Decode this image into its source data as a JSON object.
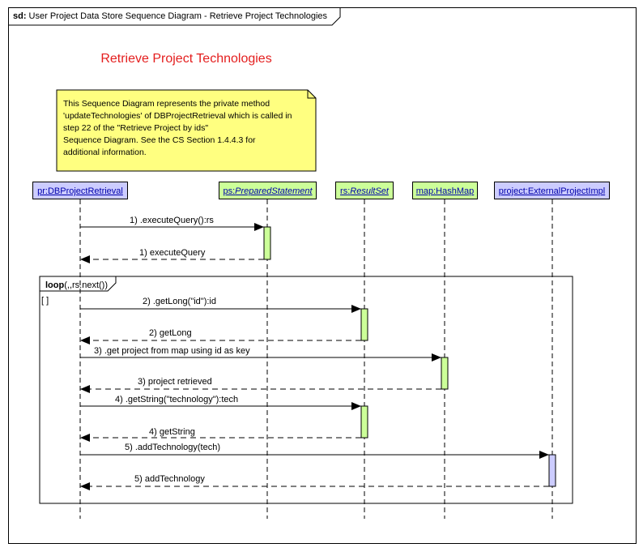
{
  "frame": {
    "label": "sd: User Project Data Store Sequence Diagram - Retrieve Project Technologies",
    "label_kind": "sd:"
  },
  "title": "Retrieve Project Technologies",
  "note": {
    "lines": [
      "This Sequence Diagram represents the private method",
      "'updateTechnologies' of DBProjectRetrieval which is called in",
      "step 22 of the \"Retrieve Project by ids\"",
      "Sequence Diagram. See the CS Section 1.4.4.3 for",
      "additional information."
    ]
  },
  "lifelines": [
    {
      "name": "pr",
      "type": "DBProjectRetrieval",
      "label": "pr:DBProjectRetrieval",
      "italic": false,
      "color": "#ccccff"
    },
    {
      "name": "ps",
      "type": "PreparedStatement",
      "label": "ps:PreparedStatement",
      "italic": true,
      "color": "#ccff99"
    },
    {
      "name": "rs",
      "type": "ResultSet",
      "label": "rs:ResultSet",
      "italic": true,
      "color": "#ccff99"
    },
    {
      "name": "map",
      "type": "HashMap",
      "label": "map:HashMap",
      "italic": false,
      "color": "#ccff99"
    },
    {
      "name": "project",
      "type": "ExternalProjectImpl",
      "label": "project:ExternalProjectImpl",
      "italic": false,
      "color": "#ccccff"
    }
  ],
  "fragment": {
    "operator": "loop",
    "label": "loop(,,rs.next())",
    "guard": "[ ]"
  },
  "messages": [
    {
      "label": "1) .executeQuery():rs",
      "kind": "call",
      "from": "pr",
      "to": "ps"
    },
    {
      "label": "1) executeQuery",
      "kind": "return",
      "from": "ps",
      "to": "pr"
    },
    {
      "label": "2) .getLong(\"id\"):id",
      "kind": "call",
      "from": "pr",
      "to": "rs"
    },
    {
      "label": "2) getLong",
      "kind": "return",
      "from": "rs",
      "to": "pr"
    },
    {
      "label": "3) .get project from map using id as key",
      "kind": "call",
      "from": "pr",
      "to": "map"
    },
    {
      "label": "3) project retrieved",
      "kind": "return",
      "from": "map",
      "to": "pr"
    },
    {
      "label": "4) .getString(\"technology\"):tech",
      "kind": "call",
      "from": "pr",
      "to": "rs"
    },
    {
      "label": "4) getString",
      "kind": "return",
      "from": "rs",
      "to": "pr"
    },
    {
      "label": "5) .addTechnology(tech)",
      "kind": "call",
      "from": "pr",
      "to": "project"
    },
    {
      "label": "5) addTechnology",
      "kind": "return",
      "from": "project",
      "to": "pr"
    }
  ],
  "colors": {
    "title": "#e41e1e",
    "note": "#ffff80",
    "lifeline_blue": "#ccccff",
    "lifeline_green": "#ccff99"
  }
}
